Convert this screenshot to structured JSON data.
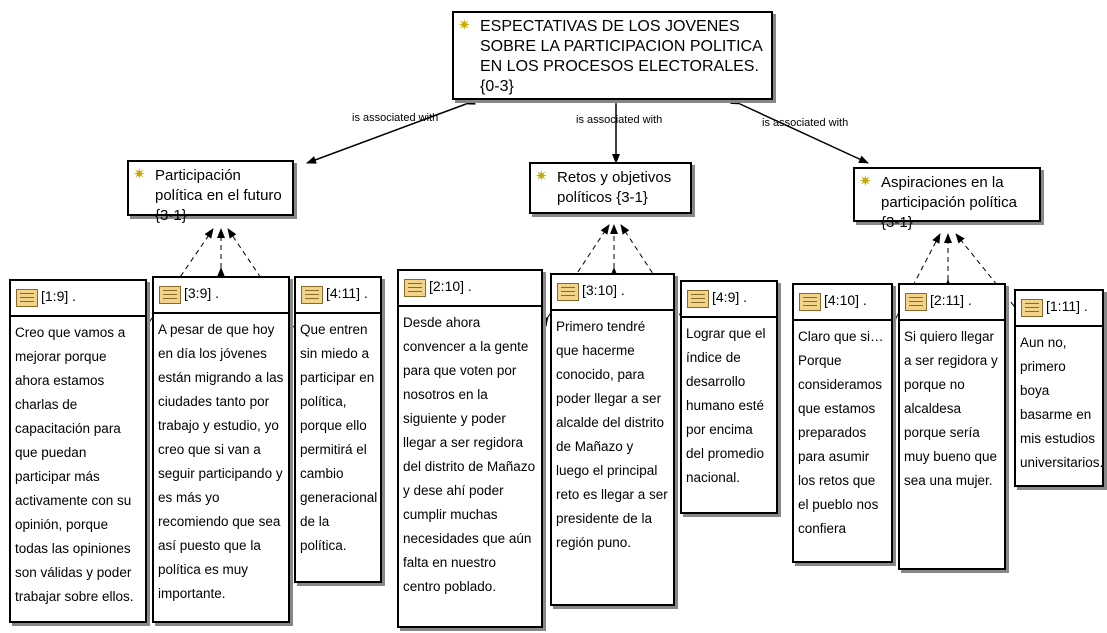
{
  "main_code": {
    "label": "ESPECTATIVAS DE LOS JOVENES SOBRE LA PARTICIPACION POLITICA EN LOS PROCESOS ELECTORALES. {0-3}"
  },
  "edge_label": "is associated with",
  "codes": [
    {
      "label": "Participación política en el futuro {3-1}"
    },
    {
      "label": "Retos y objetivos políticos {3-1}"
    },
    {
      "label": "Aspiraciones en la participación política {3-1}"
    }
  ],
  "quotes": [
    {
      "ref": "[1:9] .",
      "text": "Creo que vamos a mejorar porque ahora estamos charlas de capacitación para que puedan participar más activamente con su opinión, porque todas las opiniones son válidas y poder trabajar sobre ellos."
    },
    {
      "ref": "[3:9] .",
      "text": "A pesar de que hoy en día los jóvenes están migrando a las ciudades tanto por trabajo y estudio, yo creo que si van a seguir participando y es más yo recomiendo que sea así puesto que la política es muy importante."
    },
    {
      "ref": "[4:11] .",
      "text": "Que entren sin miedo a participar en política, porque ello permitirá el cambio generacional de la política."
    },
    {
      "ref": "[2:10] .",
      "text": "Desde ahora convencer a la gente para que voten por nosotros en la siguiente y poder llegar a ser regidora del distrito de Mañazo y dese ahí poder cumplir muchas necesidades que aún falta en nuestro centro poblado."
    },
    {
      "ref": "[3:10] .",
      "text": "Primero tendré que hacerme conocido, para poder llegar a ser alcalde del distrito de Mañazo y luego el principal  reto es llegar a ser presidente de la región puno."
    },
    {
      "ref": "[4:9] .",
      "text": "Lograr que el índice de desarrollo humano esté por encima del promedio nacional."
    },
    {
      "ref": "[4:10] .",
      "text": "Claro que si… Porque consideramos que estamos preparados para asumir los retos que el pueblo nos confiera"
    },
    {
      "ref": "[2:11] .",
      "text": "Si quiero llegar a ser regidora y porque no alcaldesa porque sería muy bueno que sea una mujer."
    },
    {
      "ref": "[1:11] .",
      "text": "Aun no, primero boya basarme en mis estudios universitarios."
    }
  ],
  "colors": {
    "code_icon": "#c8a800",
    "note_fill": "#f3d28a",
    "border": "#000000"
  }
}
